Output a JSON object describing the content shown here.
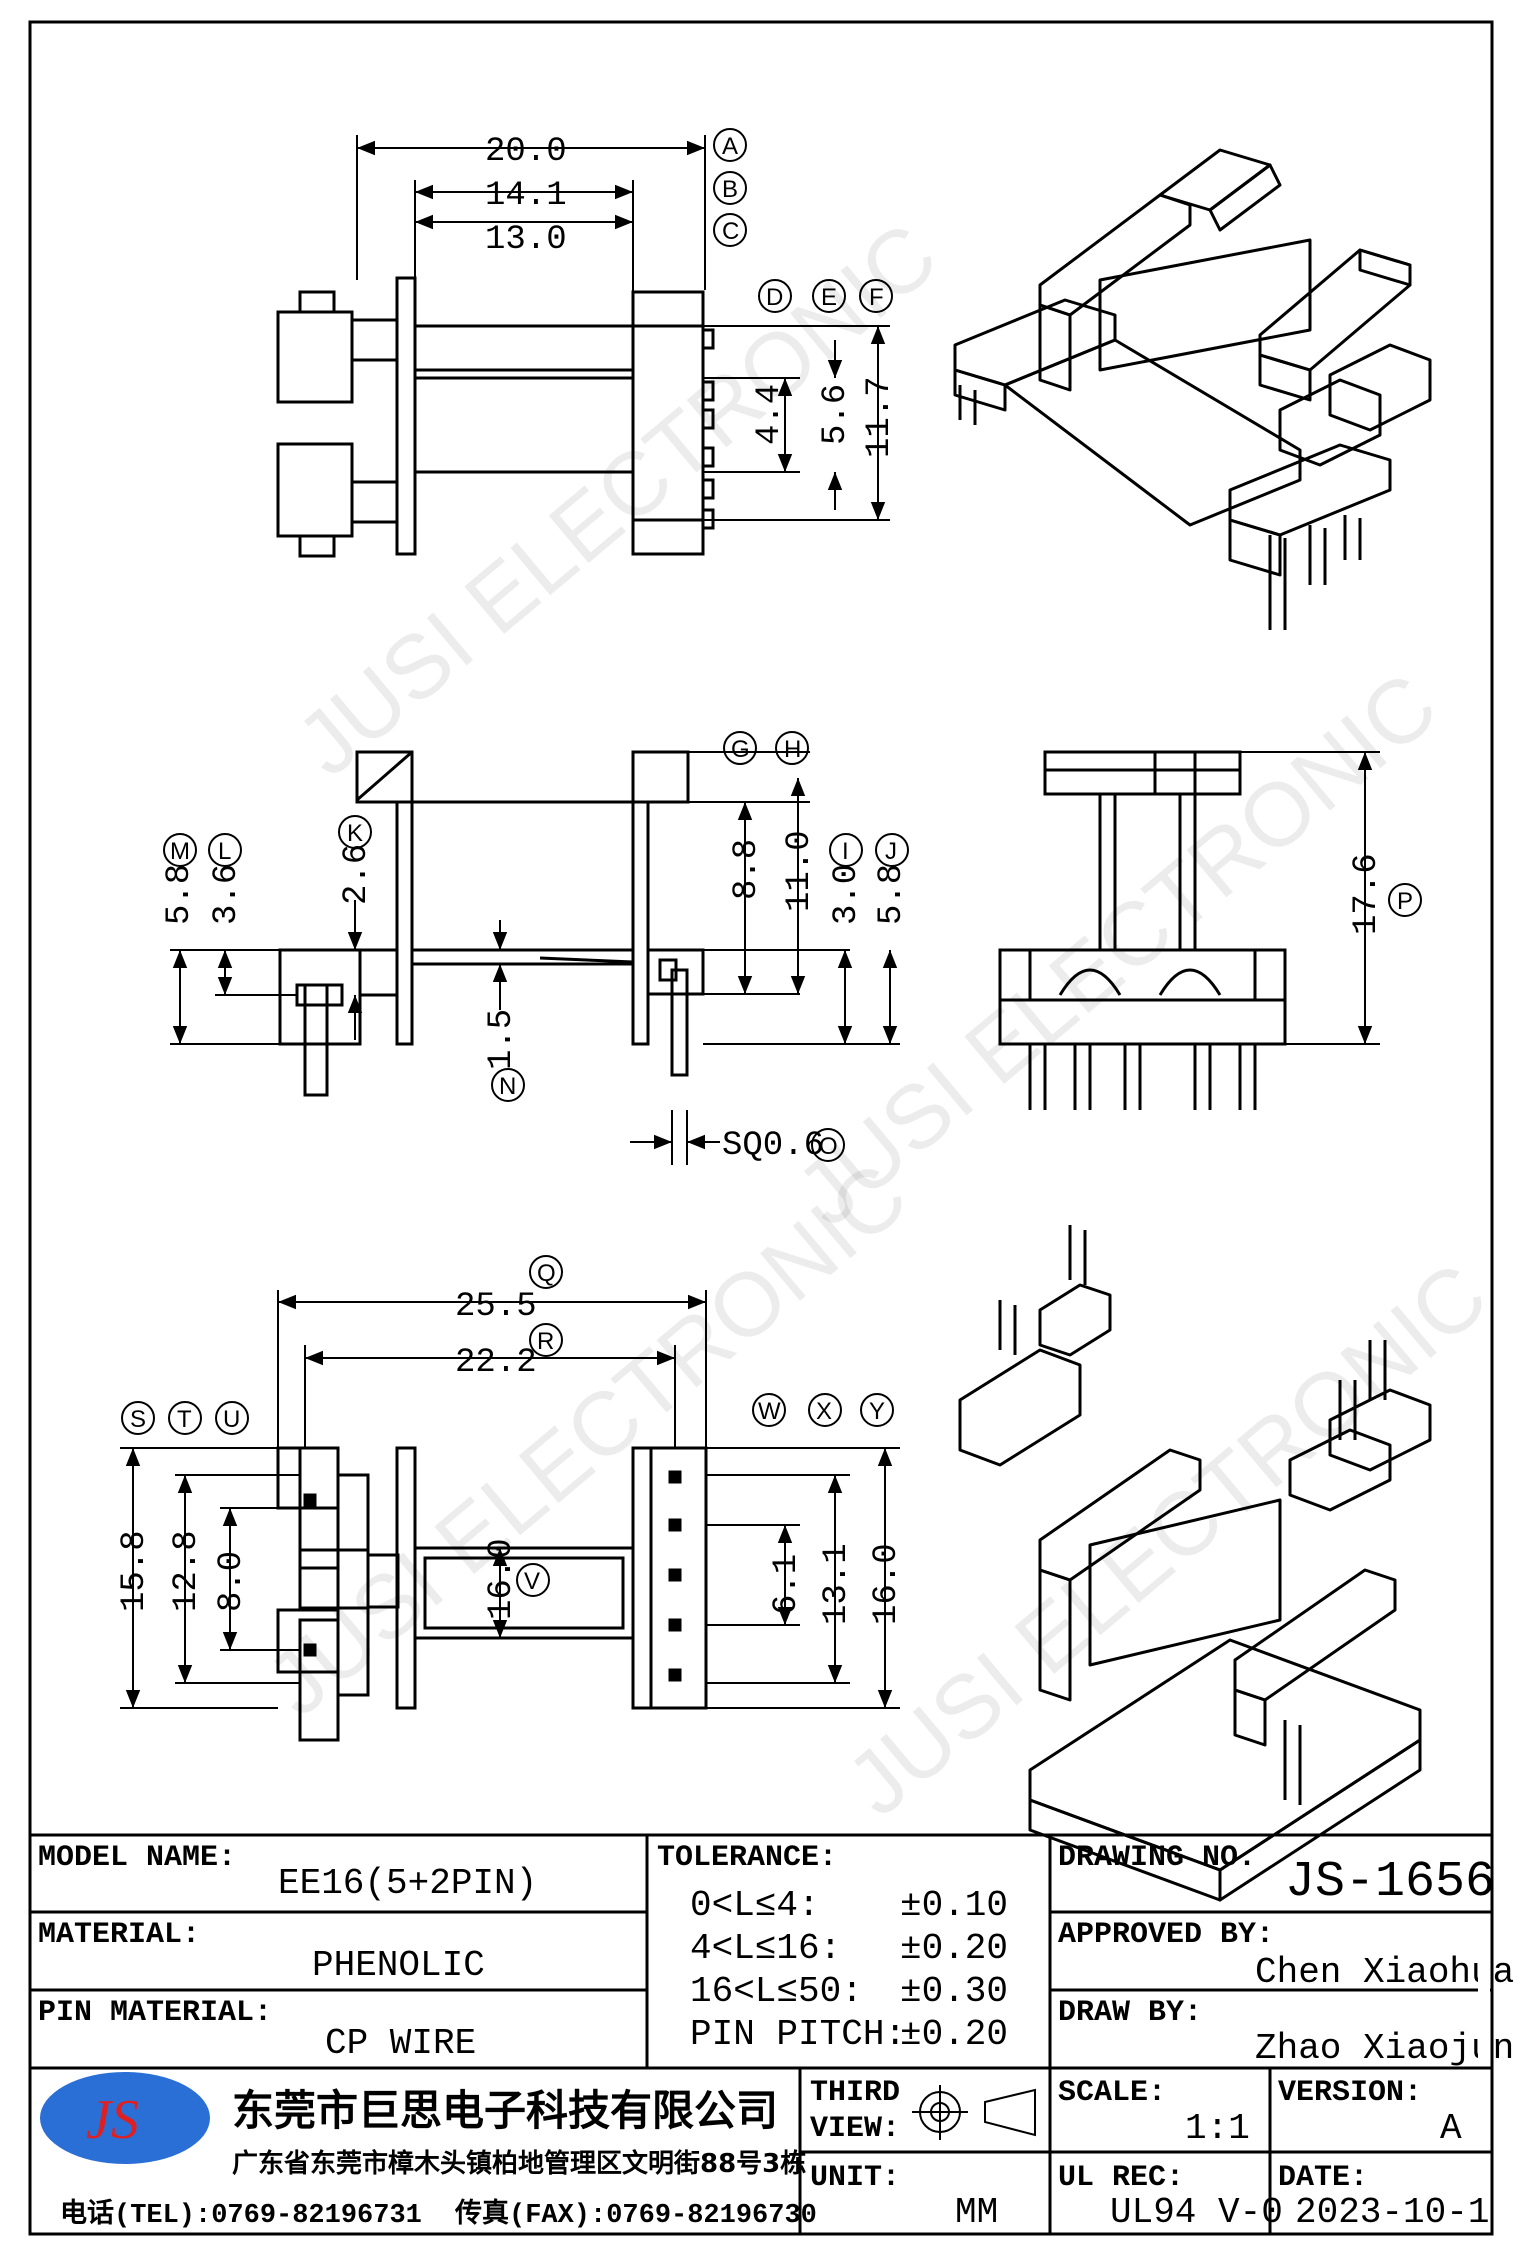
{
  "watermark": "JUSI ELECTRONIC",
  "dimensions": {
    "A": {
      "label": "A",
      "value": "20.0"
    },
    "B": {
      "label": "B",
      "value": "14.1"
    },
    "C": {
      "label": "C",
      "value": "13.0"
    },
    "D": {
      "label": "D",
      "value": "4.4"
    },
    "E": {
      "label": "E",
      "value": "5.6"
    },
    "F": {
      "label": "F",
      "value": "11.7"
    },
    "G": {
      "label": "G",
      "value": "8.8"
    },
    "H": {
      "label": "H",
      "value": "11.0"
    },
    "I": {
      "label": "I",
      "value": "3.0"
    },
    "J": {
      "label": "J",
      "value": "5.8"
    },
    "K": {
      "label": "K",
      "value": "2.6"
    },
    "L": {
      "label": "L",
      "value": "3.6"
    },
    "M": {
      "label": "M",
      "value": "5.8"
    },
    "N": {
      "label": "N",
      "value": "1.5"
    },
    "O": {
      "label": "O",
      "value": "SQ0.6"
    },
    "P": {
      "label": "P",
      "value": "17.6"
    },
    "Q": {
      "label": "Q",
      "value": "25.5"
    },
    "R": {
      "label": "R",
      "value": "22.2"
    },
    "S": {
      "label": "S",
      "value": "15.8"
    },
    "T": {
      "label": "T",
      "value": "12.8"
    },
    "U": {
      "label": "U",
      "value": "8.0"
    },
    "V": {
      "label": "V",
      "value": "16.0"
    },
    "W": {
      "label": "W",
      "value": "6.1"
    },
    "X": {
      "label": "X",
      "value": "13.1"
    },
    "Y": {
      "label": "Y",
      "value": "16.0"
    }
  },
  "title_block": {
    "model_name_label": "MODEL NAME:",
    "model_name": "EE16(5+2PIN)",
    "material_label": "MATERIAL:",
    "material": "PHENOLIC",
    "pin_material_label": "PIN MATERIAL:",
    "pin_material": "CP WIRE",
    "tolerance_label": "TOLERANCE:",
    "tolerances": [
      {
        "range": "0<L≤4:",
        "value": "±0.10"
      },
      {
        "range": "4<L≤16:",
        "value": "±0.20"
      },
      {
        "range": "16<L≤50:",
        "value": "±0.30"
      },
      {
        "range": "PIN PITCH:",
        "value": "±0.20"
      }
    ],
    "drawing_no_label": "DRAWING NO.",
    "drawing_no": "JS-1656",
    "approved_by_label": "APPROVED BY:",
    "approved_by": "Chen Xiaohua",
    "draw_by_label": "DRAW BY:",
    "draw_by": "Zhao Xiaojun",
    "company_logo": "JS",
    "company_name": "东莞市巨思电子科技有限公司",
    "company_address": "广东省东莞市樟木头镇柏地管理区文明街88号3栋",
    "tel": "电话(TEL):0769-82196731",
    "fax": "传真(FAX):0769-82196730",
    "third_view_label_1": "THIRD",
    "third_view_label_2": "VIEW:",
    "unit_label": "UNIT:",
    "unit": "MM",
    "scale_label": "SCALE:",
    "scale": "1:1",
    "ul_rec_label": "UL REC:",
    "ul_rec": "UL94 V-0",
    "version_label": "VERSION:",
    "version": "A",
    "date_label": "DATE:",
    "date": "2023-10-1"
  }
}
